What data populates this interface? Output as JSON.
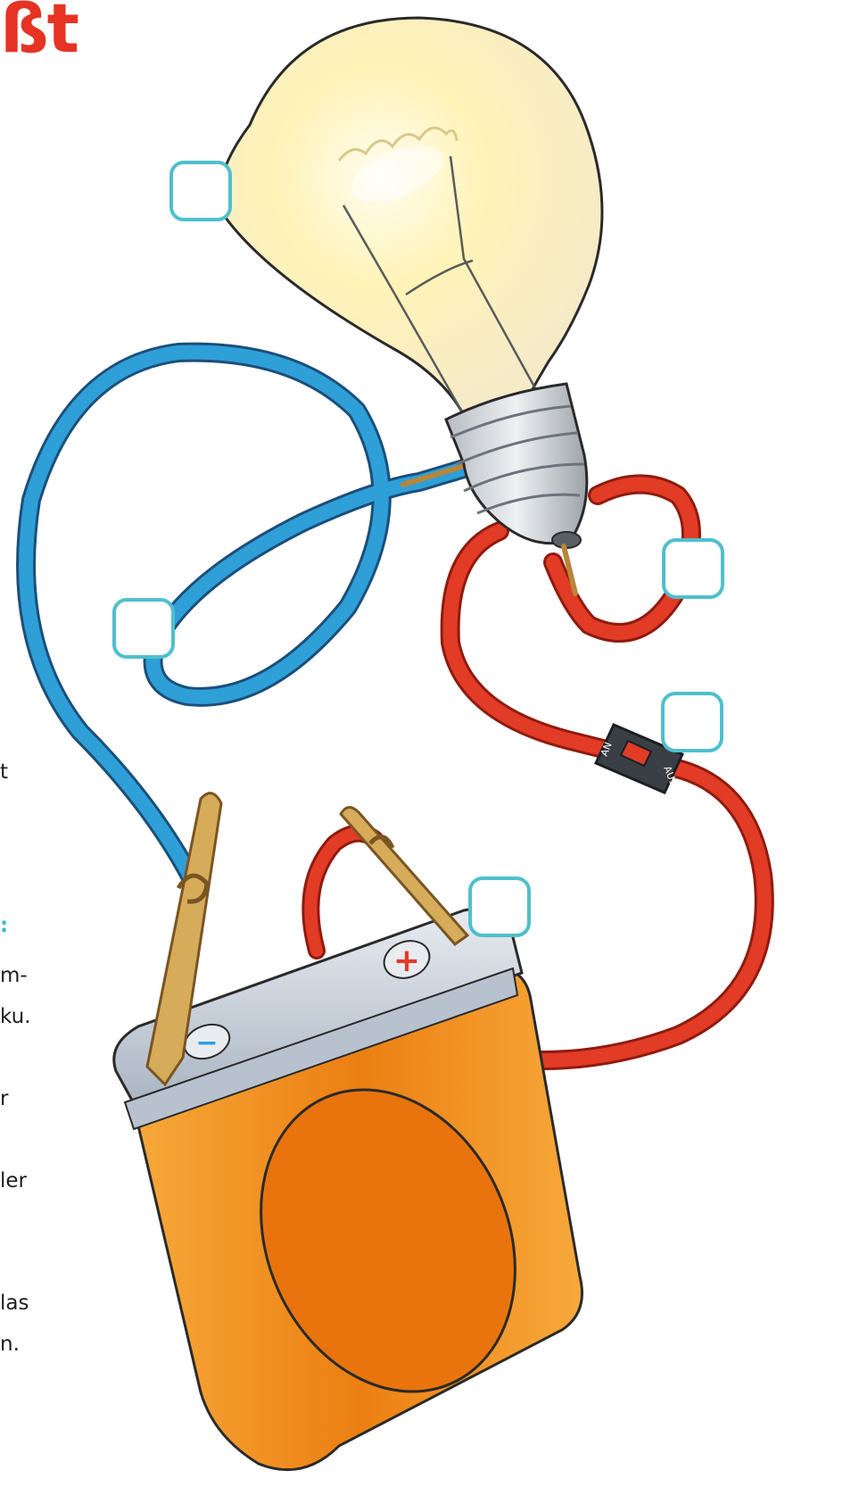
{
  "heading": {
    "fragment": "ßt",
    "color": "#e63323"
  },
  "left_text_fragments": [
    {
      "id": "frag-1",
      "text": "t"
    },
    {
      "id": "frag-2",
      "text": ":"
    },
    {
      "id": "frag-3",
      "text": "m-"
    },
    {
      "id": "frag-4",
      "text": "ku."
    },
    {
      "id": "frag-5",
      "text": "r"
    },
    {
      "id": "frag-6",
      "text": "ler"
    },
    {
      "id": "frag-7",
      "text": "las"
    },
    {
      "id": "frag-8",
      "text": "n."
    }
  ],
  "switch_labels": {
    "on": "AN",
    "off": "AUS"
  },
  "battery_terminals": {
    "negative": "−",
    "positive": "+"
  },
  "colors": {
    "label_box_border": "#4fbfcd",
    "blue_wire": "#2f9fd8",
    "red_wire": "#e23b26",
    "battery_body": "#f0921f",
    "battery_cap": "#cfd6df",
    "bulb_glow": "#fff6c8",
    "accent_text": "#39bccc"
  }
}
